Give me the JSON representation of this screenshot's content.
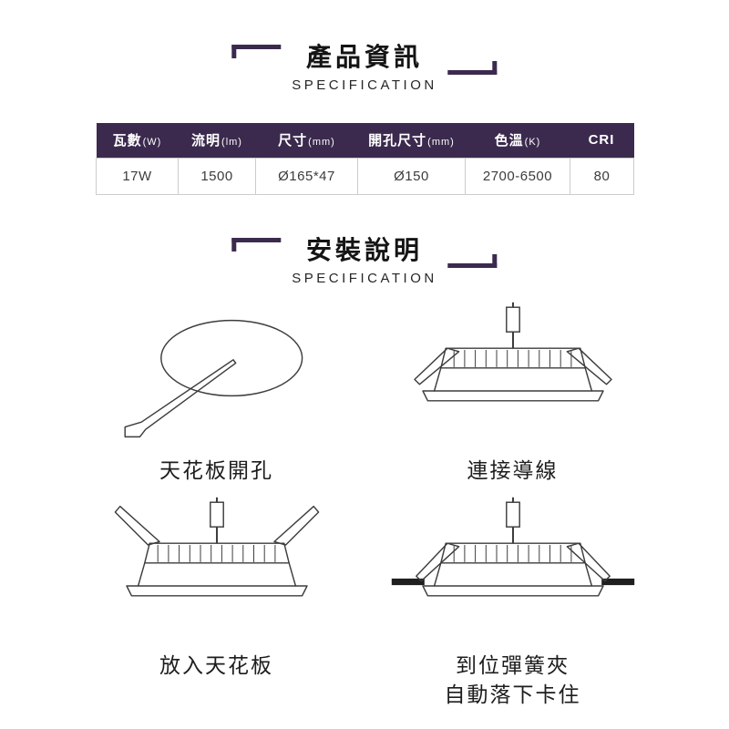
{
  "colors": {
    "accent": "#3b2a4e"
  },
  "sections": {
    "product": {
      "title": "產品資訊",
      "subtitle": "SPECIFICATION"
    },
    "install": {
      "title": "安裝說明",
      "subtitle": "SPECIFICATION"
    }
  },
  "spec_table": {
    "headers": [
      {
        "main": "瓦數",
        "sub": "(W)"
      },
      {
        "main": "流明",
        "sub": "(lm)"
      },
      {
        "main": "尺寸",
        "sub": "(mm)"
      },
      {
        "main": "開孔尺寸",
        "sub": "(mm)"
      },
      {
        "main": "色溫",
        "sub": "(K)"
      },
      {
        "main": "CRI",
        "sub": ""
      }
    ],
    "values": [
      "17W",
      "1500",
      "Ø165*47",
      "Ø150",
      "2700-6500",
      "80"
    ]
  },
  "steps": [
    {
      "lines": [
        "天花板開孔",
        ""
      ]
    },
    {
      "lines": [
        "連接導線",
        ""
      ]
    },
    {
      "lines": [
        "放入天花板",
        ""
      ]
    },
    {
      "lines": [
        "到位彈簧夾",
        "自動落下卡住"
      ]
    }
  ]
}
